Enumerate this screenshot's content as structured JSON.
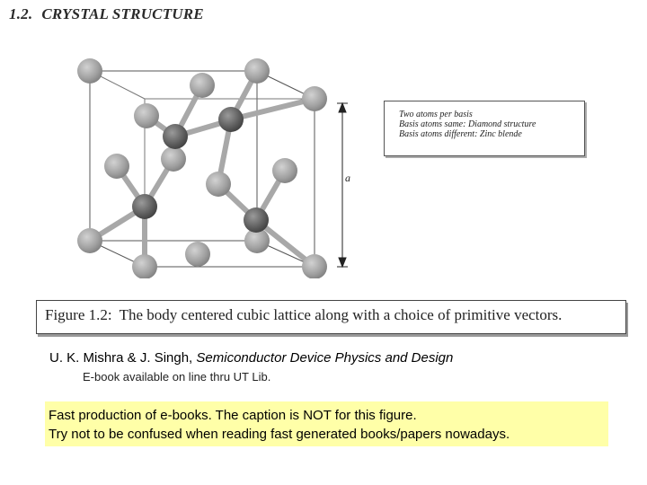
{
  "section": {
    "number": "1.2.",
    "title": "CRYSTAL STRUCTURE"
  },
  "figure": {
    "dimension_label": "a",
    "basis_notes": [
      "Two atoms per basis",
      "Basis atoms same: Diamond structure",
      "Basis atoms different: Zinc blende"
    ],
    "caption_label": "Figure 1.2:",
    "caption_text": "The body centered cubic lattice along with a choice of primitive vectors."
  },
  "reference": {
    "authors": "U. K. Mishra & J. Singh, ",
    "book_title": "Semiconductor Device Physics and Design",
    "availability": "E-book available on line thru UT Lib."
  },
  "note": {
    "line1": "Fast production of e-books.  The caption is NOT for this figure.",
    "line2": "Try not to be confused when reading fast generated books/papers nowadays."
  }
}
